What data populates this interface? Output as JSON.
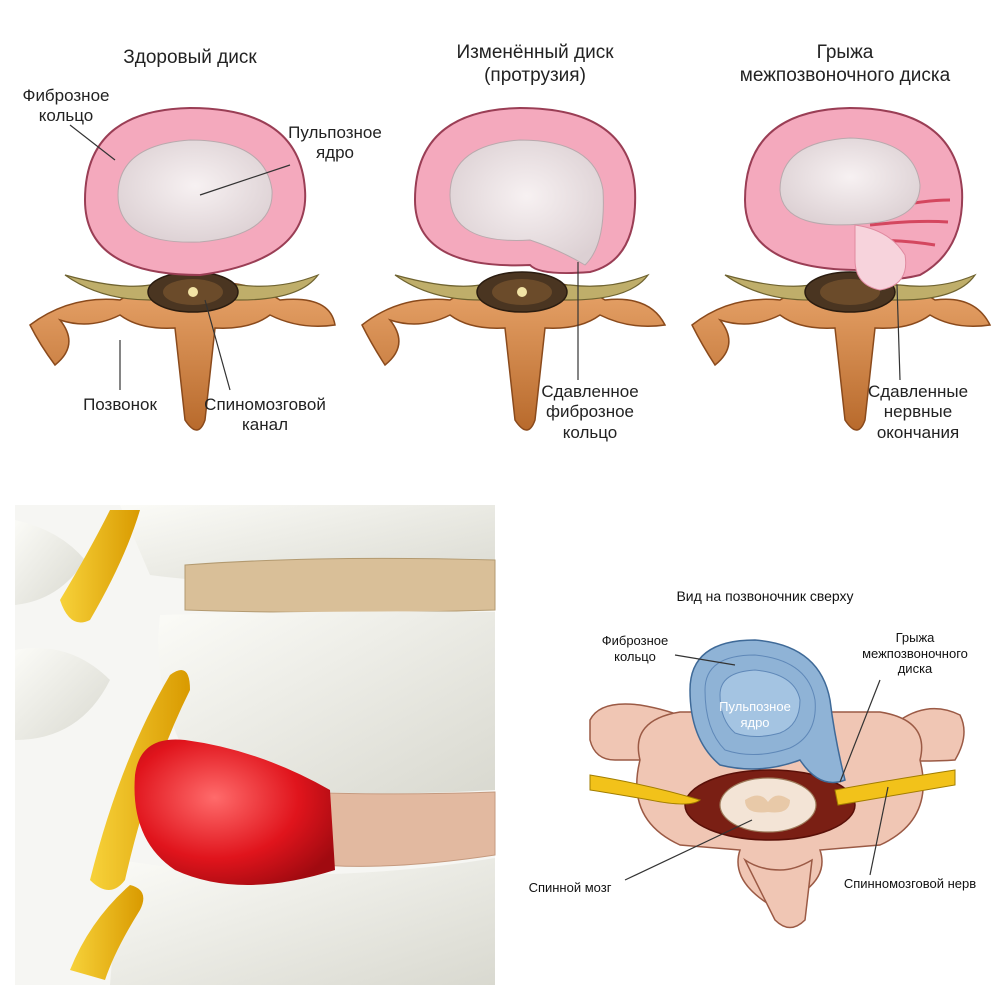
{
  "panels": {
    "healthy": {
      "title": "Здоровый диск",
      "label_fibrous": "Фиброзное\nкольцо",
      "label_nucleus": "Пульпозное\nядро",
      "label_vertebra": "Позвонок",
      "label_canal": "Спиномозговой\nканал"
    },
    "protrusion": {
      "title": "Изменённый диск\n(протрузия)",
      "label_compressed": "Сдавленное\nфиброзное\nкольцо"
    },
    "hernia": {
      "title": "Грыжа\nмежпозвоночного диска",
      "label_nerves": "Сдавленные\nнервные\nокончания"
    },
    "top_view": {
      "title": "Вид на позвоночник сверху",
      "label_fibrous": "Фиброзное\nкольцо",
      "label_nucleus": "Пульпозное\nядро",
      "label_hernia": "Грыжа\nмежпозвоночного\nдиска",
      "label_spinal_cord": "Спинной мозг",
      "label_spinal_nerve": "Спинномозговой нерв"
    }
  },
  "colors": {
    "annulus": "#f4a9bd",
    "nucleus": "#ece4e6",
    "bone": "#d98f4e",
    "nerve": "#c8b56a",
    "hernia_red": "#e8202a",
    "top_disc": "#8fb3d6",
    "top_bone": "#f0c6b4",
    "yellow_nerve": "#f2c21a"
  }
}
